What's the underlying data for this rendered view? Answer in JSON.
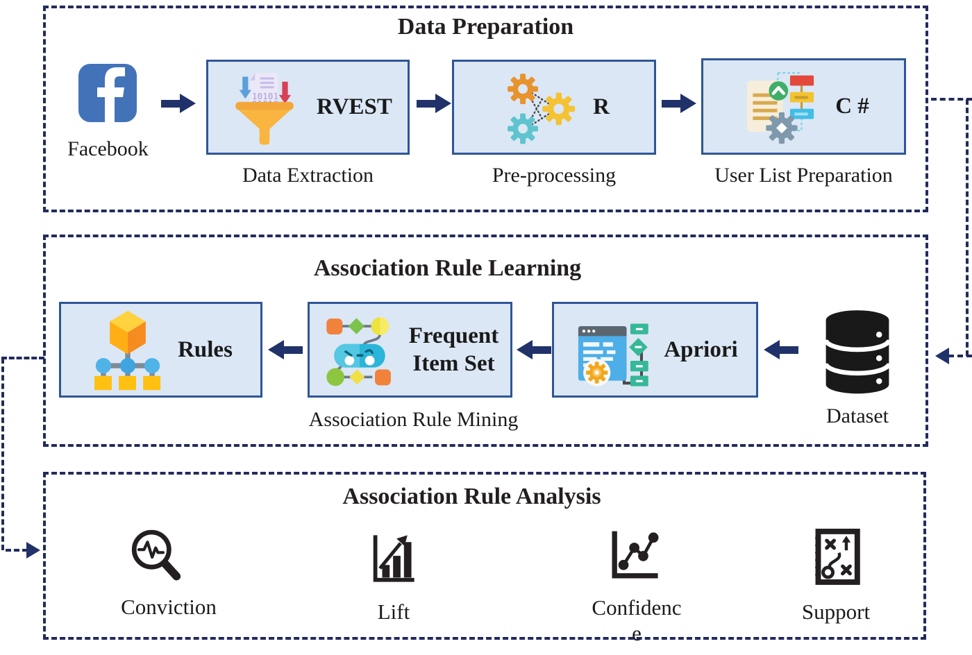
{
  "palette": {
    "dash_navy": "#222A5E",
    "arrow_navy": "#203269",
    "box_fill": "#DBE7F5",
    "box_border": "#2E5597",
    "facebook_blue": "#4273B9",
    "text": "#1A1A1A"
  },
  "sections": {
    "data_preparation": {
      "title": "Data Preparation",
      "source_label": "Facebook",
      "source_icon": "facebook-icon",
      "steps": [
        {
          "tool": "RVEST",
          "caption": "Data Extraction",
          "icon": "funnel-download-icon"
        },
        {
          "tool": "R",
          "caption": "Pre-processing",
          "icon": "gears-icon"
        },
        {
          "tool": "C #",
          "caption": "User List Preparation",
          "icon": "document-workflow-icon"
        }
      ]
    },
    "association_rule_learning": {
      "title": "Association Rule Learning",
      "caption": "Association Rule Mining",
      "dataset_label": "Dataset",
      "dataset_icon": "database-icon",
      "boxes": [
        {
          "label": "Rules",
          "icon": "hierarchy-cube-icon"
        },
        {
          "label": "Frequent Item Set",
          "lines": [
            "Frequent",
            "Item Set"
          ],
          "icon": "itemset-flow-icon"
        },
        {
          "label": "Apriori",
          "icon": "algorithm-window-icon"
        }
      ]
    },
    "association_rule_analysis": {
      "title": "Association Rule Analysis",
      "metrics": [
        {
          "label": "Conviction",
          "icon": "magnifier-pulse-icon"
        },
        {
          "label": "Lift",
          "icon": "bar-chart-growth-icon"
        },
        {
          "label": "Confidence",
          "lines": [
            "Confidenc",
            "e"
          ],
          "icon": "scatter-line-icon"
        },
        {
          "label": "Support",
          "icon": "strategy-notebook-icon"
        }
      ]
    }
  }
}
